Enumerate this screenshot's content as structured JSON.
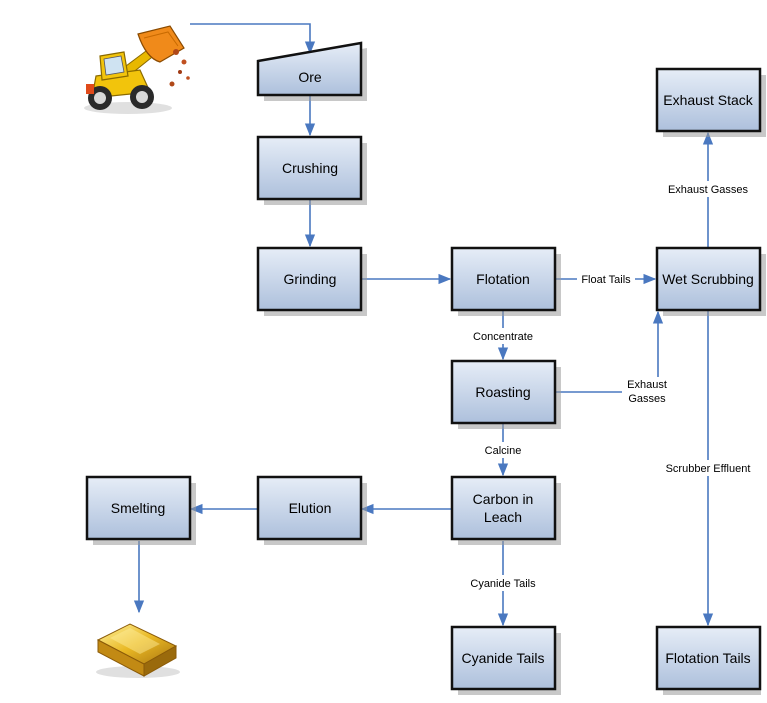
{
  "nodes": {
    "ore": "Ore",
    "crushing": "Crushing",
    "grinding": "Grinding",
    "flotation": "Flotation",
    "wet_scrubbing": "Wet Scrubbing",
    "exhaust_stack": "Exhaust Stack",
    "roasting": "Roasting",
    "carbon_in_leach_line1": "Carbon in",
    "carbon_in_leach_line2": "Leach",
    "elution": "Elution",
    "smelting": "Smelting",
    "cyanide_tails": "Cyanide Tails",
    "flotation_tails": "Flotation Tails"
  },
  "edges": {
    "float_tails": "Float Tails",
    "exhaust_gasses_top": "Exhaust Gasses",
    "concentrate": "Concentrate",
    "exhaust_line1": "Exhaust",
    "exhaust_line2": "Gasses",
    "calcine": "Calcine",
    "cyanide_tails": "Cyanide Tails",
    "scrubber_effluent": "Scrubber Effluent"
  },
  "icons": {
    "loader": "front-loader-icon",
    "gold_bar": "gold-bar-icon"
  },
  "colors": {
    "box_fill_top": "#e6edf7",
    "box_fill_bottom": "#adc0dc",
    "arrow": "#4a78c0",
    "border": "#111111"
  }
}
